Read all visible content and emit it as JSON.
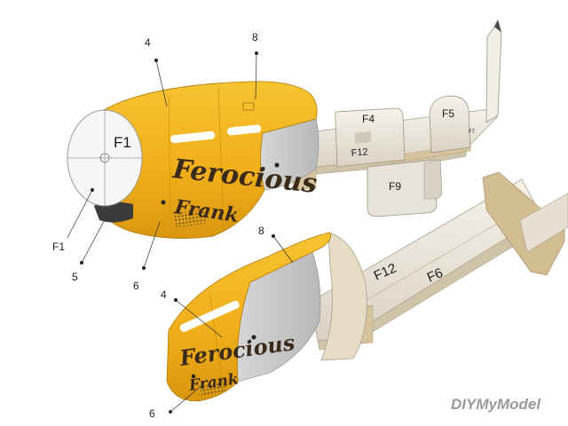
{
  "callouts": {
    "top_4": "4",
    "top_8": "8",
    "top_f1": "F1",
    "top_5": "5",
    "top_6": "6",
    "bottom_8": "8",
    "bottom_4": "4",
    "bottom_6": "6"
  },
  "parts": {
    "f1": "F1",
    "f4": "F4",
    "f5": "F5",
    "f7": "F7",
    "f9": "F9",
    "f12_top": "F12",
    "f12_bottom": "F12",
    "f6": "F6"
  },
  "nose_art": {
    "line1_top": "Ferocious",
    "line2_top": "Frank",
    "line1_bottom": "Ferocious",
    "line2_bottom": "Frank"
  },
  "watermark": "DIYMyModel",
  "colors": {
    "cowl_yellow": "#f2b21c",
    "cowl_shade": "#d99a10",
    "panel_grey": "#c9c9c9",
    "former_beige": "#e8dcc8",
    "keel_cream": "#f1ece2",
    "wood_tan": "#cdb58a"
  }
}
